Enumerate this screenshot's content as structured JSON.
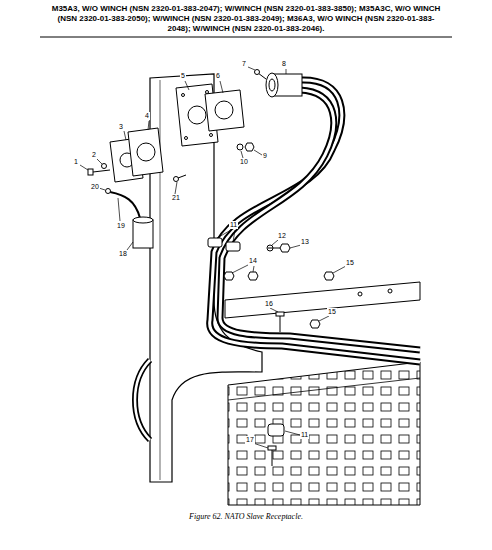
{
  "diagram": {
    "title": "M35A3, W/O WINCH (NSN 2320-01-383-2047); W/WINCH (NSN 2320-01-383-3850); M35A3C, W/O WINCH (NSN 2320-01-383-2050); W/WINCH (NSN 2320-01-383-2049); M36A3, W/O WINCH (NSN 2320-01-383-2048); W/WINCH (NSN 2320-01-383-2046).",
    "caption": "Figure 62. NATO Slave Receptacle.",
    "labels": [
      "7",
      "8",
      "5",
      "6",
      "4",
      "3",
      "9",
      "2",
      "1",
      "10",
      "20",
      "21",
      "11",
      "19",
      "12",
      "13",
      "18",
      "14",
      "15",
      "16",
      "15",
      "11",
      "17"
    ]
  }
}
